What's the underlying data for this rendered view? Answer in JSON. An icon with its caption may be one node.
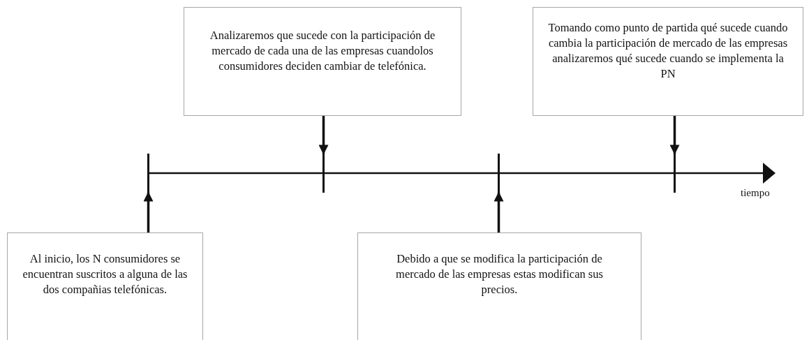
{
  "diagram": {
    "nodes": [
      {
        "text": [
          "Analizaremos que sucede con la participación de mercado de cada una de las empresas cuandolos consumidores deciden cambiar de telefónica."
        ]
      },
      {
        "text": [
          "Tomando como punto de partida qué sucede cuando cambia la participación de mercado de las empresas analizaremos qué sucede cuando se implementa la PN"
        ]
      },
      {
        "text": [],
        "shape": "bar"
      },
      {
        "text": [],
        "shape": "bar"
      },
      {
        "text": [],
        "shape": "bar"
      },
      {
        "text": [],
        "shape": "bar"
      },
      {
        "text": [
          "Al inicio, los N consumidores se encuentran suscritos a alguna de las dos compañias telefónicas."
        ]
      },
      {
        "text": [
          "Debido a que se modifica la participación de mercado de las empresas estas modifican sus precios."
        ]
      }
    ],
    "edges": [
      {
        "from": 0,
        "to": 3,
        "arrow": "to"
      },
      {
        "from": 1,
        "to": 5,
        "arrow": "to"
      },
      {
        "from": 6,
        "to": 2,
        "arrow": "to"
      },
      {
        "from": 7,
        "to": 4,
        "arrow": "to"
      }
    ],
    "labels": [
      "tiempo"
    ]
  }
}
